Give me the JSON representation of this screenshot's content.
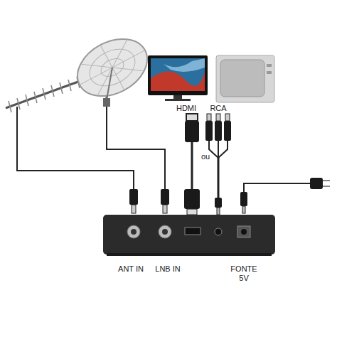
{
  "diagram": {
    "labels": [
      "HDMI",
      "RCA",
      "ou",
      "ANT IN",
      "LNB IN",
      "FONTE 5V"
    ]
  }
}
